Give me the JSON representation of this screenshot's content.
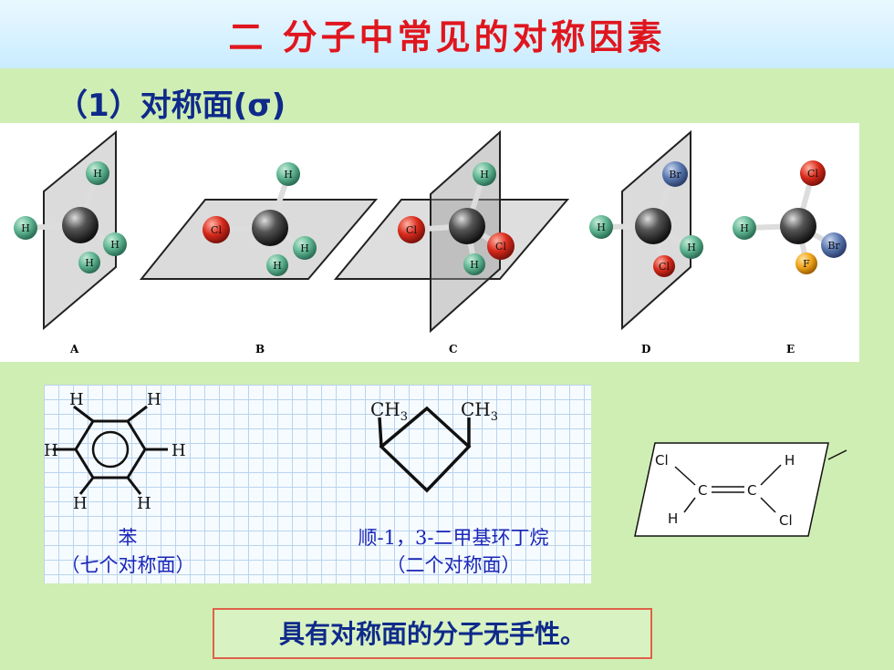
{
  "title": "二 分子中常见的对称因素",
  "subtitle": "（1）对称面(σ)",
  "panels": [
    {
      "label": "A",
      "atoms": [
        "H",
        "H",
        "H",
        "H"
      ]
    },
    {
      "label": "B",
      "atoms": [
        "H",
        "Cl",
        "H",
        "H"
      ]
    },
    {
      "label": "C",
      "atoms": [
        "H",
        "Cl",
        "Cl",
        "H"
      ]
    },
    {
      "label": "D",
      "atoms": [
        "Br",
        "H",
        "H",
        "Cl"
      ]
    },
    {
      "label": "E",
      "atoms": [
        "Cl",
        "H",
        "Br",
        "F"
      ]
    }
  ],
  "benzene": {
    "atoms": [
      "H",
      "H",
      "H",
      "H",
      "H",
      "H"
    ],
    "name": "苯",
    "note": "（七个对称面）"
  },
  "cyclobutane": {
    "groups": [
      "CH",
      "3",
      "CH",
      "3"
    ],
    "name": "顺-1，3-二甲基环丁烷",
    "note": "（二个对称面）"
  },
  "alkene": {
    "atoms": [
      "Cl",
      "H",
      "C",
      "C",
      "H",
      "Cl"
    ]
  },
  "conclusion": "具有对称面的分子无手性。",
  "colors": {
    "title": "#e0161e",
    "text": "#0f2a8a",
    "caption": "#1a26b8",
    "background": "#cfeeb4",
    "hydrogen": "#5fb592",
    "chlorine": "#d92a1c",
    "bromine": "#5a78b0",
    "fluorine": "#f2a51c",
    "carbon": "#3a3a3a"
  }
}
